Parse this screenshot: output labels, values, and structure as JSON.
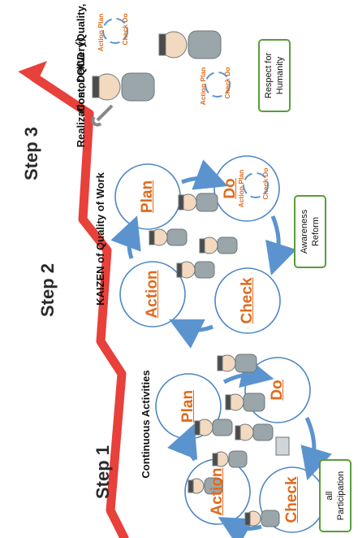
{
  "steps": {
    "step1": "Step 1",
    "step2": "Step 2",
    "step3": "Step 3"
  },
  "captions": {
    "continuous": "Continuous Activities",
    "kaizen": "KAIZEN of Quality of Work",
    "qcd_line1": "Realization of QCD（Quality,",
    "qcd_line2": "Cost, Delivery）"
  },
  "pdca": {
    "plan": "Plan",
    "do": "Do",
    "check": "Check",
    "action": "Action"
  },
  "mini_cycle": {
    "action_plan": "Action Plan",
    "check_do": "Check Do"
  },
  "boxes": {
    "all_participation_line1": "all",
    "all_participation_line2": "Participation",
    "awareness_line1": "Awareness",
    "awareness_line2": "Reform",
    "respect_line1": "Respect for",
    "respect_line2": "Humanity"
  },
  "colors": {
    "arrow_red": "#e8403a",
    "circle_border": "#4e86c4",
    "cycle_arrow": "#5b93cf",
    "pdca_text": "#e06a1c",
    "box_border": "#5a9d3a",
    "worker_uniform": "#9aa6a9"
  }
}
